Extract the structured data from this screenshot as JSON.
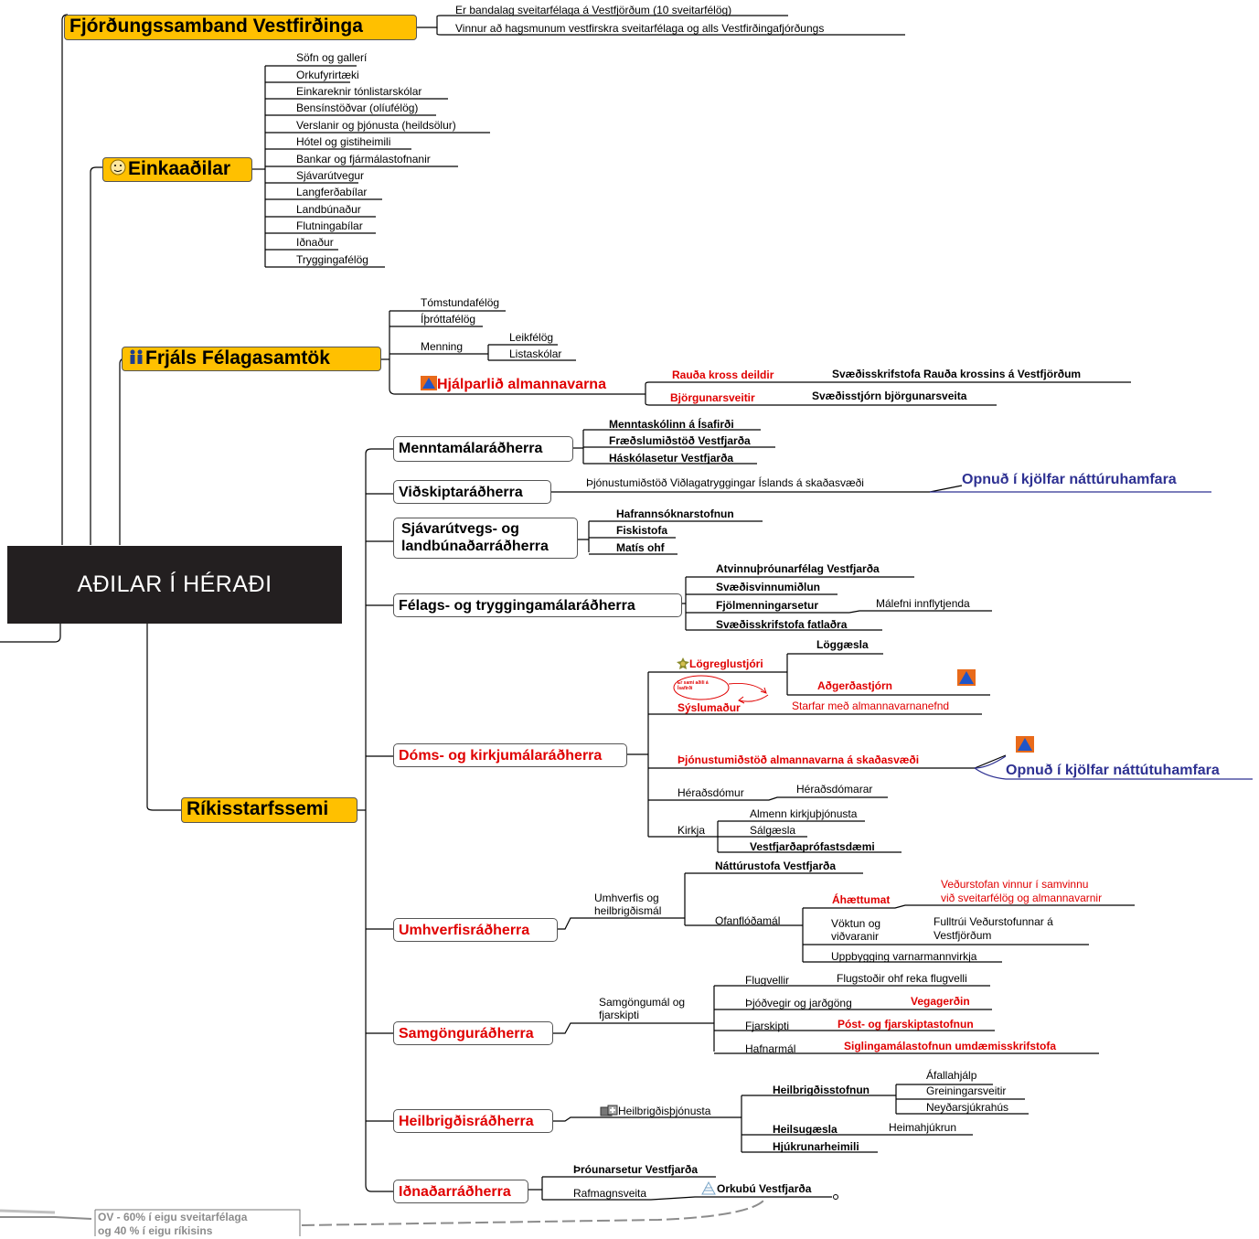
{
  "central": "AÐILAR Í HÉRAÐI",
  "branches": {
    "fjord": {
      "title": "Fjórðungssamband Vestfirðinga",
      "items": [
        "Er bandalag sveitarfélaga á Vestfjörðum (10 sveitarfélög)",
        "Vinnur að hagsmunum vestfirskra sveitarfélaga og alls Vestfirðingafjórðungs"
      ]
    },
    "einka": {
      "title": "Einkaaðilar",
      "items": [
        "Söfn og gallerí",
        "Orkufyrirtæki",
        "Einkareknir tónlistarskólar",
        "Bensínstöðvar (olíufélög)",
        "Verslanir og þjónusta (heildsölur)",
        "Hótel og gistiheimili",
        "Bankar og fjármálastofnanir",
        "Sjávarútvegur",
        "Langferðabílar",
        "Landbúnaður",
        "Flutningabílar",
        "Iðnaður",
        "Tryggingafélög"
      ]
    },
    "frjals": {
      "title": "Frjáls Félagasamtök",
      "items": [
        "Tómstundafélög",
        "Íþróttafélög"
      ],
      "menning": {
        "label": "Menning",
        "items": [
          "Leikfélög",
          "Listaskólar"
        ]
      },
      "hjalp": {
        "label": "Hjálparlið almannavarna",
        "rk": "Rauða kross deildir",
        "rk_sub": "Svæðisskrifstofa Rauða krossins á Vestfjörðum",
        "bj": "Björgunarsveitir",
        "bj_sub": "Svæðisstjórn björgunarsveita"
      }
    },
    "rikis": {
      "title": "Ríkisstarfssemi",
      "menntamal": {
        "label": "Menntamálaráðherra",
        "items": [
          "Menntaskólinn á Ísafirði",
          "Fræðslumiðstöð Vestfjarða",
          "Háskólasetur Vestfjarða"
        ]
      },
      "vidskipti": {
        "label": "Viðskiptaráðherra",
        "item": "Þjónustumiðstöð Viðlagatryggingar Íslands á skaðasvæði",
        "note": "Opnuð í kjölfar náttúruhamfara"
      },
      "sjavar": {
        "label1": "Sjávarútvegs- og",
        "label2": "landbúnaðarráðherra",
        "items": [
          "Hafrannsóknarstofnun",
          "Fiskistofa",
          "Matís ohf"
        ]
      },
      "felags": {
        "label": "Félags- og tryggingamálaráðherra",
        "items": [
          "Atvinnuþróunarfélag Vestfjarða",
          "Svæðisvinnumiðlun",
          "Fjölmenningarsetur",
          "Svæðisskrifstofa fatlaðra"
        ],
        "fjolm_sub": "Málefni innflytjenda"
      },
      "doms": {
        "label": "Dóms- og kirkjumálaráðherra",
        "logreglu": "Lögreglustjóri",
        "loggaesla": "Löggæsla",
        "adgerd": "Aðgerðastjórn",
        "callout": "Er sami aðili á Ísafirði",
        "syslu": "Sýslumaður",
        "starfar": "Starfar með almannavarnanefnd",
        "thjon": "Þjónustumiðstöð almannavarna á skaðasvæði",
        "thjon_note": "Opnuð í kjölfar náttútuhamfara",
        "heradsdomur": "Héraðsdómur",
        "heradsdomarar": "Héraðsdómarar",
        "kirkja": "Kirkja",
        "kirkja_items": [
          "Almenn kirkjuþjónusta",
          "Sálgæsla",
          "Vestfjarðaprófastsdæmi"
        ]
      },
      "umhverfi": {
        "label": "Umhverfisráðherra",
        "sub1": "Umhverfis og",
        "sub2": "heilbrigðismál",
        "natt": "Náttúrustofa Vestfjarða",
        "ofan": "Ofanflóðamál",
        "ahaettu": "Áhættumat",
        "vedur1": "Veðurstofan vinnur í samvinnu",
        "vedur2": "við sveitarfélög og almannavarnir",
        "voktun1": "Vöktun og",
        "voktun2": "viðvaranir",
        "fulltrui1": "Fulltrúi Veðurstofunnar á",
        "fulltrui2": "Vestfjörðum",
        "uppb": "Uppbygging varnarmannvirkja"
      },
      "samgongu": {
        "label": "Samgönguráðherra",
        "sub1": "Samgöngumál og",
        "sub2": "fjarskipti",
        "rows": [
          {
            "a": "Flugvellir",
            "b": "Flugstoðir ohf reka flugvelli"
          },
          {
            "a": "Þjóðvegir og jarðgöng",
            "b": "Vegagerðin"
          },
          {
            "a": "Fjarskipti",
            "b": "Póst- og fjarskiptastofnun"
          },
          {
            "a": "Hafnarmál",
            "b": "Siglingamálastofnun umdæmisskrifstofa"
          }
        ]
      },
      "heilbr": {
        "label": "Heilbrigðisráðherra",
        "sub": "Heilbrigðisþjónusta",
        "stofnun": "Heilbrigðisstofnun",
        "stofnun_items": [
          "Áfallahjálp",
          "Greiningarsveitir",
          "Neyðarsjúkrahús"
        ],
        "heilsug": "Heilsugæsla",
        "heima": "Heimahjúkrun",
        "hjukr": "Hjúkrunarheimili"
      },
      "idnadar": {
        "label": "Iðnaðarráðherra",
        "throun": "Þróunarsetur Vestfjarða",
        "rafm": "Rafmagnsveita",
        "orkubu": "Orkubú Vestfjarða",
        "ov1": "OV - 60% í eigu sveitarfélaga",
        "ov2": "og 40 % í eigu ríkisins"
      }
    }
  }
}
